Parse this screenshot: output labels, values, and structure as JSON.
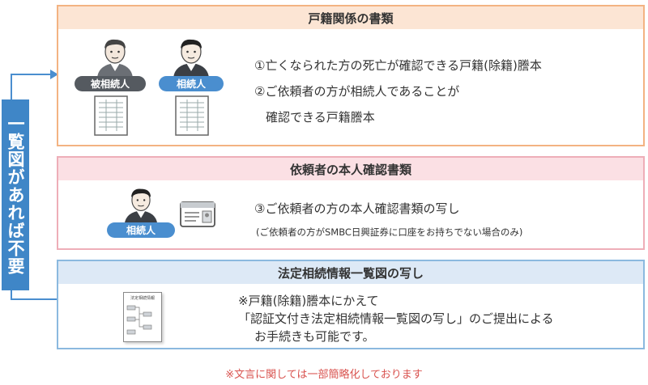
{
  "side_label": "一覧図があれば不要",
  "sections": [
    {
      "title": "戸籍関係の書類",
      "people": [
        {
          "label": "被相続人",
          "style": "dark"
        },
        {
          "label": "相続人",
          "style": "blue"
        }
      ],
      "lines": [
        "①亡くなられた方の死亡が確認できる戸籍(除籍)謄本",
        "②ご依頼者の方が相続人であることが",
        "確認できる戸籍謄本"
      ]
    },
    {
      "title": "依頼者の本人確認書類",
      "people": [
        {
          "label": "相続人",
          "style": "blue"
        }
      ],
      "lines": [
        "③ご依頼者の方の本人確認書類の写し",
        "(ご依頼者の方がSMBC日興証券に口座をお持ちでない場合のみ)"
      ]
    },
    {
      "title": "法定相続情報一覧図の写し",
      "doc_caption": "法定相続情報",
      "lines": [
        "※戸籍(除籍)謄本にかえて",
        "「認証文付き法定相続情報一覧図の写し」のご提出による",
        "お手続きも可能です。"
      ]
    }
  ],
  "footnote": "※文言に関しては一部簡略化しております",
  "colors": {
    "orange_border": "#f3b382",
    "orange_fill": "#fce5d4",
    "pink_border": "#eeaeb8",
    "pink_fill": "#fbe0e4",
    "blue_border": "#8bb9df",
    "blue_fill": "#dde9f6",
    "side_label": "#3f86c7",
    "footnote": "#d9534f"
  }
}
